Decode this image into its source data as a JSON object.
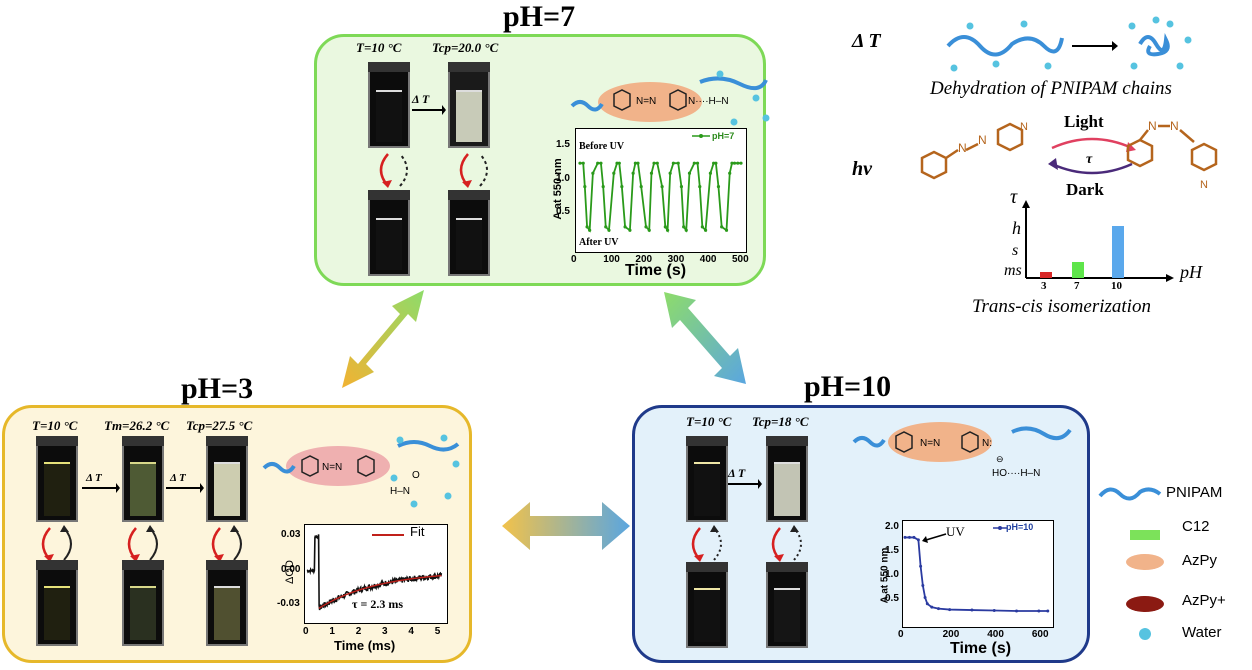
{
  "panels": {
    "ph7": {
      "title": "pH=7",
      "label_t": "T=10 °C",
      "label_tcp": "Tcp=20.0 °C",
      "delta_t": "Δ T",
      "plot": {
        "ylabel": "A at 550 nm",
        "xlabel": "Time (s)",
        "legend": "pH=7",
        "annot_top": "Before UV",
        "annot_bottom": "After UV",
        "yticks": [
          "0.5",
          "1.0",
          "1.5"
        ],
        "xticks": [
          "0",
          "100",
          "200",
          "300",
          "400",
          "500"
        ],
        "xlim": [
          0,
          500
        ],
        "ylim": [
          0.0,
          1.7
        ],
        "series": [
          {
            "name": "pH=7",
            "x": [
              0,
              10,
              15,
              22,
              30,
              40,
              55,
              65,
              72,
              80,
              90,
              105,
              115,
              122,
              130,
              140,
              155,
              165,
              172,
              180,
              190,
              205,
              215,
              222,
              230,
              240,
              255,
              265,
              272,
              280,
              290,
              305,
              315,
              322,
              330,
              340,
              355,
              365,
              372,
              380,
              390,
              405,
              415,
              422,
              430,
              440,
              455,
              465,
              472,
              480,
              490,
              500
            ],
            "y": [
              1.25,
              1.25,
              0.9,
              0.3,
              0.25,
              1.1,
              1.25,
              1.25,
              0.9,
              0.3,
              0.25,
              1.1,
              1.25,
              1.25,
              0.9,
              0.3,
              0.25,
              1.1,
              1.25,
              1.25,
              0.9,
              0.3,
              0.25,
              1.1,
              1.25,
              1.25,
              0.9,
              0.3,
              0.25,
              1.1,
              1.25,
              1.25,
              0.9,
              0.3,
              0.25,
              1.1,
              1.25,
              1.25,
              0.9,
              0.3,
              0.25,
              1.1,
              1.25,
              1.25,
              0.9,
              0.3,
              0.25,
              1.1,
              1.25,
              1.25,
              1.25,
              1.25
            ]
          }
        ]
      }
    },
    "ph3": {
      "title": "pH=3",
      "label_t": "T=10 °C",
      "label_tm": "Tm=26.2 °C",
      "label_tcp": "Tcp=27.5 °C",
      "delta_t1": "Δ T",
      "delta_t2": "Δ T",
      "plot": {
        "ylabel": "ΔOD",
        "xlabel": "Time (ms)",
        "legend": "Fit",
        "annot": "τ = 2.3 ms",
        "yticks": [
          "0.03",
          "0.00",
          "-0.03"
        ],
        "xticks": [
          "0",
          "1",
          "2",
          "3",
          "4",
          "5"
        ],
        "xlim": [
          0,
          5.2
        ],
        "ylim": [
          -0.045,
          0.04
        ]
      }
    },
    "ph10": {
      "title": "pH=10",
      "label_t": "T=10 °C",
      "label_tcp": "Tcp=18 °C",
      "delta_t": "Δ T",
      "plot": {
        "ylabel": "A at 550 nm",
        "xlabel": "Time (s)",
        "legend": "pH=10",
        "annot": "UV",
        "yticks": [
          "0.5",
          "1.0",
          "1.5",
          "2.0"
        ],
        "xticks": [
          "0",
          "200",
          "400",
          "600"
        ],
        "xlim": [
          0,
          650
        ],
        "ylim": [
          0.0,
          2.1
        ],
        "series": [
          {
            "name": "pH=10",
            "x": [
              0,
              20,
              40,
              60,
              70,
              80,
              90,
              100,
              120,
              150,
              200,
              300,
              400,
              500,
              600,
              640
            ],
            "y": [
              1.8,
              1.8,
              1.8,
              1.75,
              1.2,
              0.8,
              0.55,
              0.42,
              0.35,
              0.32,
              0.3,
              0.29,
              0.28,
              0.27,
              0.27,
              0.27
            ]
          }
        ]
      }
    }
  },
  "right_info": {
    "delta_t_label": "Δ T",
    "dehydration_caption": "Dehydration of PNIPAM chains",
    "hv_label": "hν",
    "light_label": "Light",
    "dark_label": "Dark",
    "tau_label": "τ",
    "isomer_caption": "Trans-cis isomerization",
    "bar_chart": {
      "type": "bar",
      "categories": [
        "3",
        "7",
        "10"
      ],
      "ylabels": [
        "h",
        "s",
        "ms"
      ],
      "xaxis_label": "pH",
      "yaxis_label": "τ"
    }
  },
  "legend": [
    {
      "label": "PNIPAM"
    },
    {
      "label": "C12"
    },
    {
      "label": "AzPy"
    },
    {
      "label": "AzPy+"
    },
    {
      "label": "Water"
    }
  ],
  "colors": {
    "ph7_border": "#7ed957",
    "ph7_fill": "#eaf8e0",
    "ph3_border": "#e6b82a",
    "ph3_fill": "#fdf5dc",
    "ph10_border": "#1f3a8a",
    "ph10_fill": "#e3f1fa",
    "pnipam": "#3a8fd8",
    "c12": "#7ce25a",
    "azpy": "#f1b38a",
    "azpy_plus": "#8b1a12",
    "water": "#56c3e0",
    "azo": "#b5651d"
  }
}
